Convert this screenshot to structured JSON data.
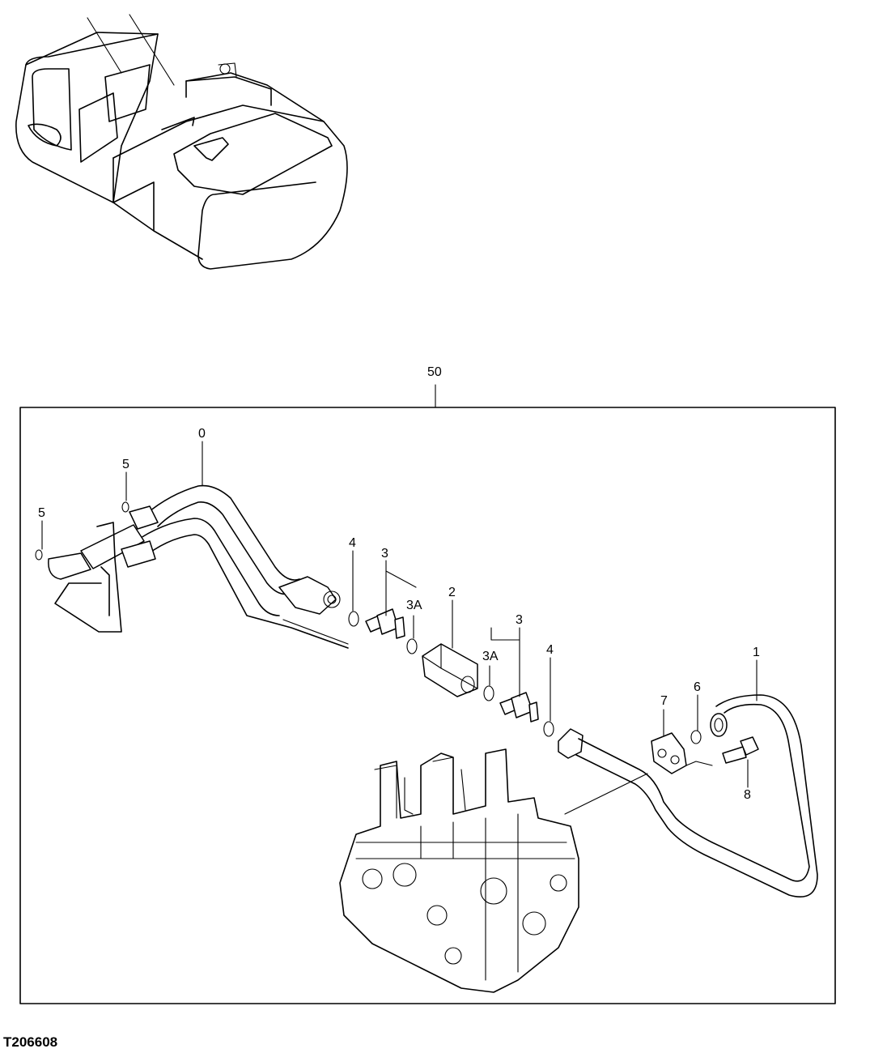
{
  "figure_ref": "T206608",
  "callouts": {
    "assembly": "50",
    "hose_0": "0",
    "oring_5_upper": "5",
    "oring_5_lower": "5",
    "oring_4_left": "4",
    "adapter_3_left": "3",
    "oring_3a_left": "3A",
    "check_valve_2": "2",
    "adapter_3_right": "3",
    "oring_3a_right": "3A",
    "oring_4_right": "4",
    "pipe_1": "1",
    "oring_6": "6",
    "flange_7": "7",
    "bolt_8": "8"
  }
}
